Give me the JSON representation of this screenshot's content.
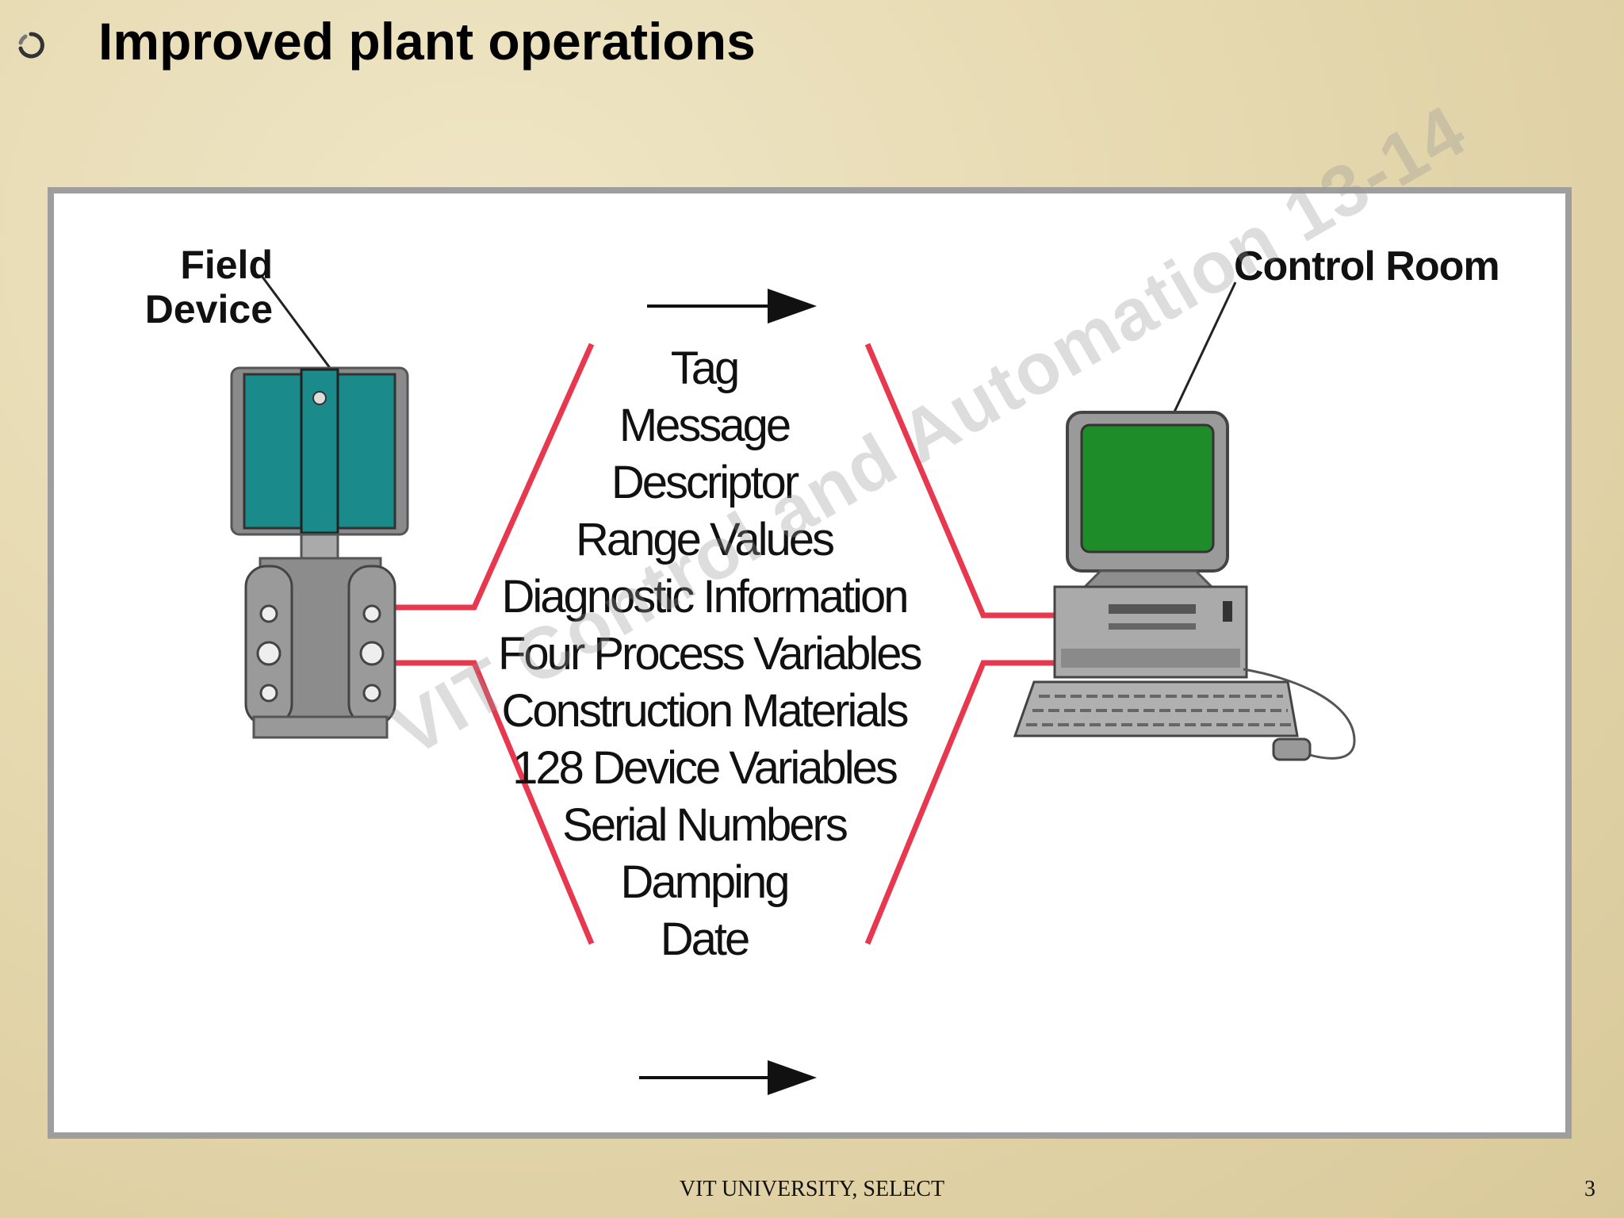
{
  "slide": {
    "title": "Improved plant operations",
    "footer": "VIT UNIVERSITY, SELECT",
    "page_number": "3"
  },
  "diagram": {
    "field_device_label_line1": "Field",
    "field_device_label_line2": "Device",
    "control_room_label": "Control Room",
    "information_items": [
      "Tag",
      "Message",
      "Descriptor",
      "Range Values",
      "Diagnostic Information",
      "Four Process Variables",
      "Construction Materials",
      "128 Device Variables",
      "Serial Numbers",
      "Damping",
      "Date"
    ],
    "watermark": "VIT Control and Automation 13-14",
    "colors": {
      "signal_lines": "#e8384f",
      "device_body": "#1a8a8a",
      "screen": "#1f8c2a"
    },
    "icons": [
      "circle-bullet-icon",
      "transmitter-icon",
      "computer-icon",
      "arrow-right-icon"
    ]
  }
}
